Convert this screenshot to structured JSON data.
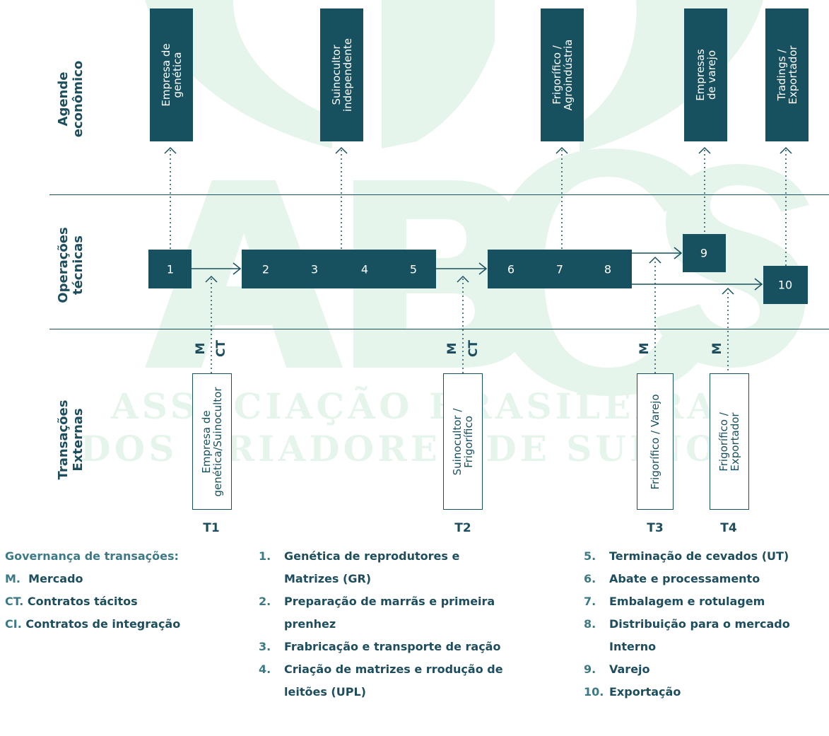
{
  "watermark": {
    "logo": "ABCS",
    "line1": "ASSOCIAÇÃO BRASILEIRA",
    "line2": "DOS CRIADORES DE SUÍNOS"
  },
  "rows": {
    "agent_label": "Agende\neconômico",
    "operations_label": "Operações\ntécnicas",
    "transactions_label": "Transações\nExternas"
  },
  "agents": [
    "Empresa de\ngenética",
    "Suinocultor\nindependente",
    "Frigorífico /\nAgroindústria",
    "Empresas\nde varejo",
    "Tradings /\nExportador"
  ],
  "operations": [
    "1",
    "2",
    "3",
    "4",
    "5",
    "6",
    "7",
    "8",
    "9",
    "10"
  ],
  "transactions": [
    {
      "tags": [
        "M",
        "CT"
      ],
      "label": "Empresa de\ngenética/Suinocultor",
      "id": "T1"
    },
    {
      "tags": [
        "M",
        "CT"
      ],
      "label": "Suinocultor /\nFrigorífico",
      "id": "T2"
    },
    {
      "tags": [
        "M"
      ],
      "label": "Frigorífico / Varejo",
      "id": "T3"
    },
    {
      "tags": [
        "M"
      ],
      "label": "Frigorífico /\nExportador",
      "id": "T4"
    }
  ],
  "legend": {
    "governance": {
      "title": "Governança de transações:",
      "items": [
        {
          "key": "M.",
          "text": "Mercado"
        },
        {
          "key": "CT.",
          "text": "Contratos tácitos"
        },
        {
          "key": "CI.",
          "text": "Contratos de integração"
        }
      ]
    },
    "steps_col1": [
      {
        "key": "1.",
        "lines": [
          "Genética de reprodutores e",
          "Matrizes (GR)"
        ]
      },
      {
        "key": "2.",
        "lines": [
          "Preparação de marrãs e primeira",
          "prenhez"
        ]
      },
      {
        "key": "3.",
        "lines": [
          "Frabricação e transporte de ração"
        ]
      },
      {
        "key": "4.",
        "lines": [
          "Criação de matrizes e rrodução de",
          "leitões (UPL)"
        ]
      }
    ],
    "steps_col2": [
      {
        "key": "5.",
        "lines": [
          "Terminação de cevados (UT)"
        ]
      },
      {
        "key": "6.",
        "lines": [
          "Abate e processamento"
        ]
      },
      {
        "key": "7.",
        "lines": [
          "Embalagem e rotulagem"
        ]
      },
      {
        "key": "8.",
        "lines": [
          "Distribuição para o mercado",
          "Interno"
        ]
      },
      {
        "key": "9.",
        "lines": [
          "Varejo"
        ]
      },
      {
        "key": "10.",
        "lines": [
          "Exportação"
        ]
      }
    ]
  },
  "colors": {
    "primary": "#17505f",
    "text": "#1e4e5e",
    "legend_key": "#3e7a86",
    "watermark": "#e6f5ec"
  }
}
